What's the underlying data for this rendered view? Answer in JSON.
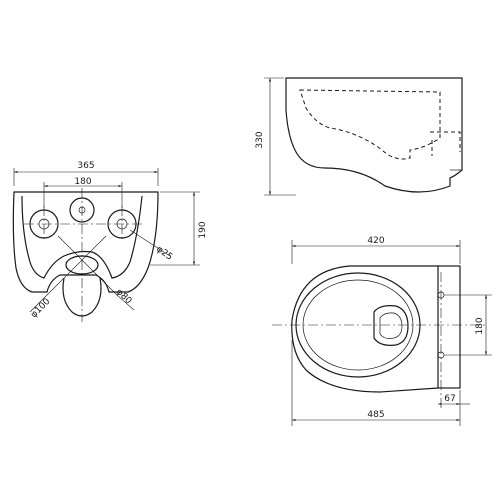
{
  "front_view": {
    "overall_width": "365",
    "inlet_spacing": "180",
    "height": "190",
    "small_hole_diameter": "φ25",
    "outlet_diameter": "φ100",
    "outlet_inner_diameter": "φ80"
  },
  "side_view": {
    "height": "330"
  },
  "top_view": {
    "depth": "420",
    "overall_length": "485",
    "fixing_spacing": "180",
    "fixing_offset": "67"
  }
}
